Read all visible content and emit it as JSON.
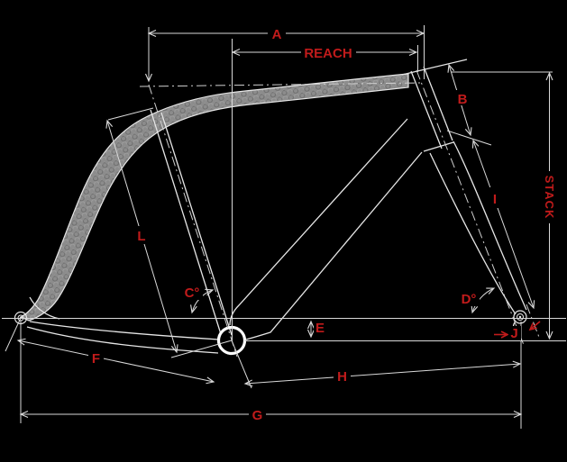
{
  "diagram": {
    "labels": {
      "a": "A",
      "reach": "REACH",
      "b": "B",
      "stack": "STACK",
      "i": "I",
      "l": "L",
      "c_angle": "C°",
      "d_angle": "D°",
      "e": "E",
      "f": "F",
      "g": "G",
      "h": "H",
      "j": "J"
    },
    "colors": {
      "background": "#000000",
      "line": "#d9d9d9",
      "frame_line": "#e6e6e6",
      "label_red": "#c11b1b",
      "tube_fill": "#8c8c8c",
      "tube_texture": "#6e6e6e"
    }
  }
}
